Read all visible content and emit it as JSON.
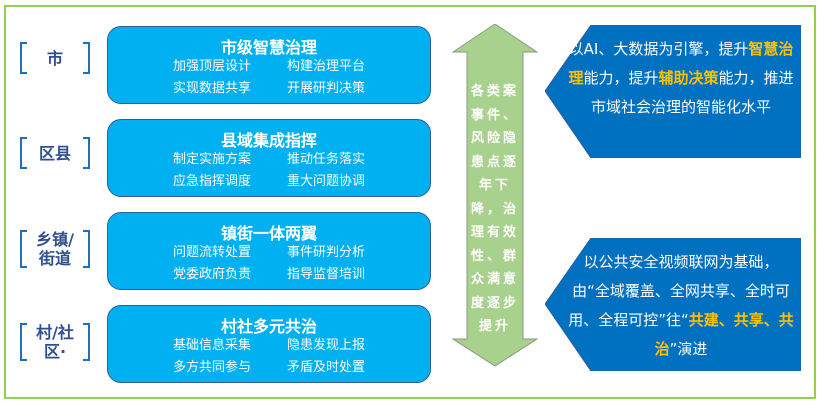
{
  "levels": [
    {
      "label": "市",
      "title": "市级智慧治理",
      "items": [
        "加强顶层设计",
        "构建治理平台",
        "实现数据共享",
        "开展研判决策"
      ]
    },
    {
      "label": "区县",
      "title": "县域集成指挥",
      "items": [
        "制定实施方案",
        "推动任务落实",
        "应急指挥调度",
        "重大问题协调"
      ]
    },
    {
      "label": "乡镇/街道",
      "title": "镇街一体两翼",
      "items": [
        "问题流转处置",
        "事件研判分析",
        "党委政府负责",
        "指导监督培训"
      ]
    },
    {
      "label": "村/社区·",
      "title": "村社多元共治",
      "items": [
        "基础信息采集",
        "隐患发现上报",
        "多方共同参与",
        "矛盾及时处置"
      ]
    }
  ],
  "arrow_text": "各类案事件、风险隐患点逐年下降，治理有效性、群众满意度逐步提升",
  "callout1": {
    "parts": [
      "以AI、大数据为引擎，提升",
      "智慧治理",
      "能力，提升",
      "辅助决策",
      "能力，推进市域社会治理的智能化水平"
    ]
  },
  "callout2": {
    "parts": [
      "以公共安全视频联网为基础，由“全域覆盖、全网共享、全时可用、全程可控”往“",
      "共建、共享、共治",
      "”演进"
    ]
  },
  "colors": {
    "box": "#00B0F0",
    "callout": "#0070C0",
    "arrow": "#A9D18E",
    "highlight": "#FFC000",
    "frame": "#92D050"
  }
}
